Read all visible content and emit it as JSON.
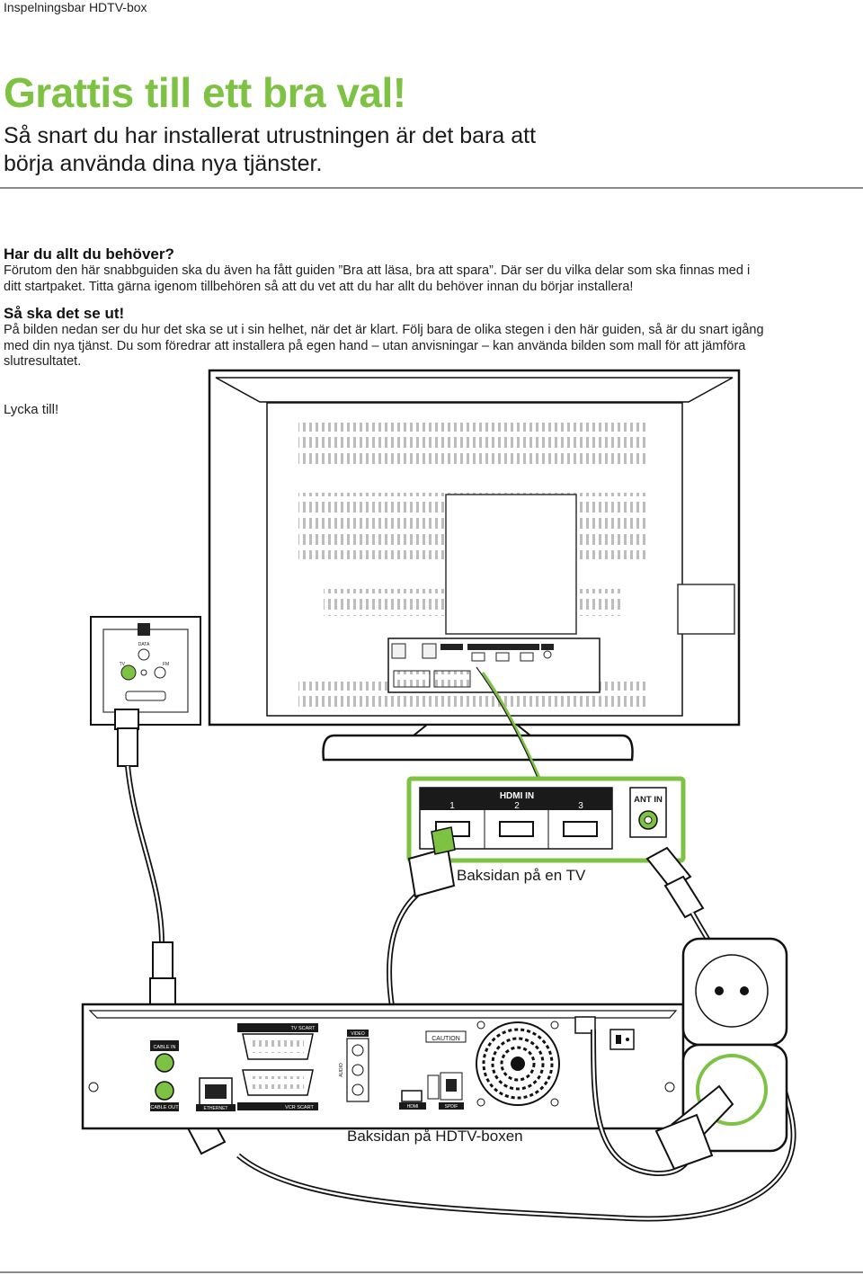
{
  "header": {
    "label": "Inspelningsbar HDTV-box"
  },
  "hero": {
    "title": "Grattis till ett bra val!",
    "subtitle": "Så snart du har installerat utrustningen är det bara att börja använda dina nya tjänster."
  },
  "sections": [
    {
      "heading": "Har du allt du behöver?",
      "body": "Förutom den här snabbguiden ska du även ha fått guiden ”Bra att läsa, bra att spara”. Där ser du vilka delar som ska finnas med i ditt startpaket. Titta gärna igenom tillbehören så att du vet att du har allt du behöver innan du börjar installera!"
    },
    {
      "heading": "Så ska det se ut!",
      "body": "På bilden nedan ser du hur det ska se ut i sin helhet, när det är klart. Följ bara de olika stegen i den här guiden, så är du snart igång med din nya tjänst. Du som föredrar att installera på egen hand – utan anvisningar – kan använda bilden som mall för att jämföra slutresultatet."
    }
  ],
  "closing": "Lycka till!",
  "illustration": {
    "tv_caption": "Baksidan på en TV",
    "box_caption": "Baksidan på HDTV-boxen",
    "tv_panel": {
      "hdmi_in": "HDMI IN",
      "ports": [
        "1",
        "2",
        "3"
      ],
      "ant_in": "ANT IN"
    },
    "box_labels": {
      "tv_scart": "TV SCART",
      "vcr_scart": "VCR SCART",
      "cable_in": "CABLE IN",
      "cable_out": "CABLE OUT",
      "ethernet": "ETHERNET",
      "video": "VIDEO",
      "audio": "AUDIO",
      "hdmi": "HDMI",
      "spdif": "SPDIF",
      "caution": "CAUTION"
    },
    "wall_outlet": {
      "data": "DATA",
      "tv": "TV",
      "fm": "FM"
    },
    "accent_color": "#7dc242"
  }
}
